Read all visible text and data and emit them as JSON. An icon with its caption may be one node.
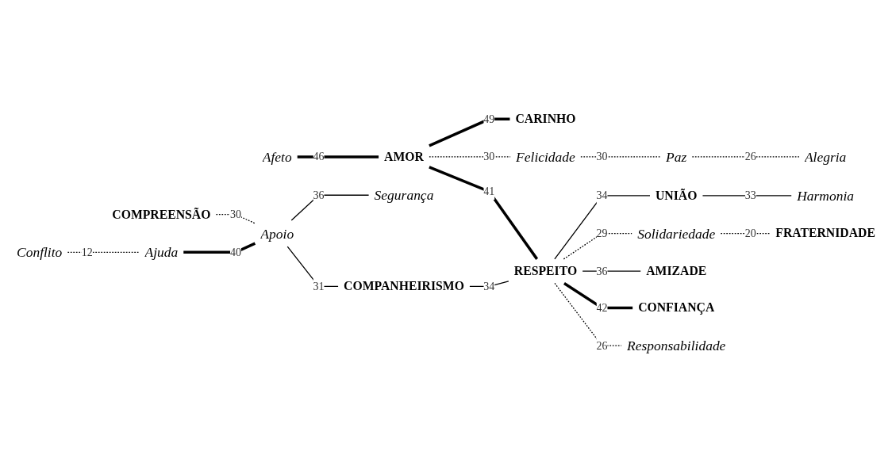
{
  "diagram": {
    "nodes": [
      {
        "text": [
          "COMPREENSÃO"
        ]
      },
      {
        "text": [
          "Paz"
        ]
      },
      {
        "text": [
          "Alegria"
        ]
      },
      {
        "text": [
          "Conflito"
        ]
      },
      {
        "text": [
          "Afeto"
        ]
      },
      {
        "text": [
          "Felicidade"
        ]
      },
      {
        "text": [
          "Harmonia"
        ]
      },
      {
        "text": [
          "Ajuda"
        ]
      },
      {
        "text": [
          "AMOR"
        ]
      },
      {
        "text": [
          "UNIÃO"
        ]
      },
      {
        "text": [
          "Solidariedade"
        ]
      },
      {
        "text": [
          "CARINHO"
        ]
      },
      {
        "text": [
          "Apoio"
        ]
      },
      {
        "text": [
          "FRATERNIDADE"
        ]
      },
      {
        "text": [
          "RESPEITO"
        ]
      },
      {
        "text": [
          "Segurança"
        ]
      },
      {
        "text": [
          "AMIZADE"
        ]
      },
      {
        "text": [
          "COMPANHEIRISMO"
        ]
      },
      {
        "text": [
          "CONFIANÇA"
        ]
      },
      {
        "text": [
          "Responsabilidade"
        ]
      }
    ],
    "edges": [
      {
        "from": 3,
        "to": 7,
        "arrow": "none",
        "label": "12",
        "style": "dashed"
      },
      {
        "from": 0,
        "to": 12,
        "arrow": "none",
        "label": "30",
        "style": "dashed"
      },
      {
        "from": 7,
        "to": 12,
        "arrow": "none",
        "label": "40",
        "style": "thick"
      },
      {
        "from": 12,
        "to": 15,
        "arrow": "none",
        "label": "36"
      },
      {
        "from": 12,
        "to": 17,
        "arrow": "none",
        "label": "31"
      },
      {
        "from": 17,
        "to": 14,
        "arrow": "none",
        "label": "34"
      },
      {
        "from": 4,
        "to": 8,
        "arrow": "none",
        "label": "46",
        "style": "thick"
      },
      {
        "from": 8,
        "to": 11,
        "arrow": "none",
        "label": "49",
        "style": "thick"
      },
      {
        "from": 8,
        "to": 5,
        "arrow": "none",
        "label": "30",
        "style": "dashed"
      },
      {
        "from": 5,
        "to": 1,
        "arrow": "none",
        "label": "30",
        "style": "dashed"
      },
      {
        "from": 1,
        "to": 2,
        "arrow": "none",
        "label": "26",
        "style": "dashed"
      },
      {
        "from": 8,
        "to": 14,
        "arrow": "none",
        "label": "41",
        "style": "thick"
      },
      {
        "from": 14,
        "to": 9,
        "arrow": "none",
        "label": "34"
      },
      {
        "from": 9,
        "to": 6,
        "arrow": "none",
        "label": "33"
      },
      {
        "from": 14,
        "to": 10,
        "arrow": "none",
        "label": "29",
        "style": "dashed"
      },
      {
        "from": 10,
        "to": 13,
        "arrow": "none",
        "label": "20",
        "style": "dashed"
      },
      {
        "from": 14,
        "to": 16,
        "arrow": "none",
        "label": "36"
      },
      {
        "from": 14,
        "to": 18,
        "arrow": "none",
        "label": "42",
        "style": "thick"
      },
      {
        "from": 14,
        "to": 19,
        "arrow": "none",
        "label": "26",
        "style": "dashed"
      }
    ]
  }
}
